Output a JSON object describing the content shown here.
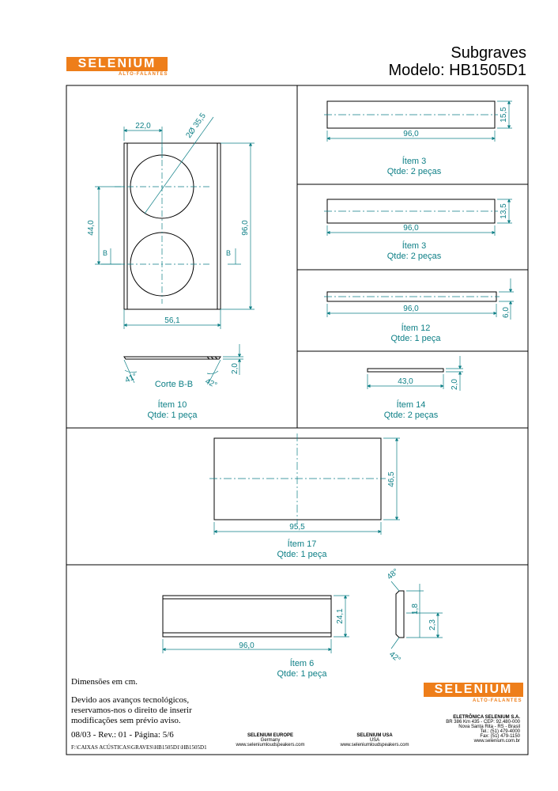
{
  "brand": {
    "name": "SELENIUM",
    "tagline": "ALTO-FALANTES"
  },
  "header": {
    "line1": "Subgraves",
    "line2": "Modelo: HB1505D1"
  },
  "panels": {
    "item10": {
      "dims": {
        "width_top": "22,0",
        "diameter": "2Ø 35,5",
        "spacing": "44,0",
        "height": "96,0",
        "width": "56,1",
        "thickness": "2,0",
        "angle_left": "41°",
        "angle_right": "42°"
      },
      "section_marks": [
        "B",
        "B"
      ],
      "section_label": "Corte B-B",
      "item": "Ítem 10",
      "qty": "Qtde: 1 peça"
    },
    "item3a": {
      "length": "96,0",
      "height": "15,5",
      "item": "Ítem 3",
      "qty": "Qtde: 2 peças"
    },
    "item3b": {
      "length": "96,0",
      "height": "13,5",
      "item": "Ítem 3",
      "qty": "Qtde: 2 peças"
    },
    "item12": {
      "length": "96,0",
      "height": "6,0",
      "item": "Ítem 12",
      "qty": "Qtde: 1 peça"
    },
    "item14": {
      "length": "43,0",
      "height": "2,0",
      "item": "Ítem 14",
      "qty": "Qtde: 2 peças"
    },
    "item17": {
      "length": "95,5",
      "height": "46,5",
      "item": "Ítem 17",
      "qty": "Qtde: 1 peça"
    },
    "item6": {
      "length": "96,0",
      "height": "24,1",
      "dim_a": "1,8",
      "dim_b": "2,3",
      "angle_top": "48°",
      "angle_bottom": "42°",
      "item": "Ítem 6",
      "qty": "Qtde: 1 peça"
    }
  },
  "notes": {
    "units": "Dimensões em cm.",
    "disclaimer": [
      "Devido aos avanços tecnológicos,",
      "reservamos-nos o direito de inserir",
      "modificações sem prévio aviso."
    ],
    "revision": "08/03 - Rev.: 01 - Página: 5/6",
    "path": "F:\\CAIXAS ACÚSTICAS\\GRAVES\\HB1505D1\\HB1505D1"
  },
  "footer": {
    "europe": {
      "title": "SELENIUM EUROPE",
      "country": "Germany",
      "url": "www.seleniumloudspeakers.com"
    },
    "usa": {
      "title": "SELENIUM USA",
      "country": "USA",
      "url": "www.seleniumloudspeakers.com"
    },
    "company": {
      "name": "ELETRÔNICA SELENIUM S.A.",
      "lines": [
        "BR 386 Km 435 - CEP: 92.480-000",
        "Nova Santa Rita - RS - Brasil",
        "Tel.: (51) 479-4000",
        "Fax: (51) 479-1150",
        "www.selenium.com.br"
      ]
    }
  },
  "colors": {
    "brand": "#ee7e1a",
    "dimension": "#0d7f86",
    "line": "#000000"
  }
}
